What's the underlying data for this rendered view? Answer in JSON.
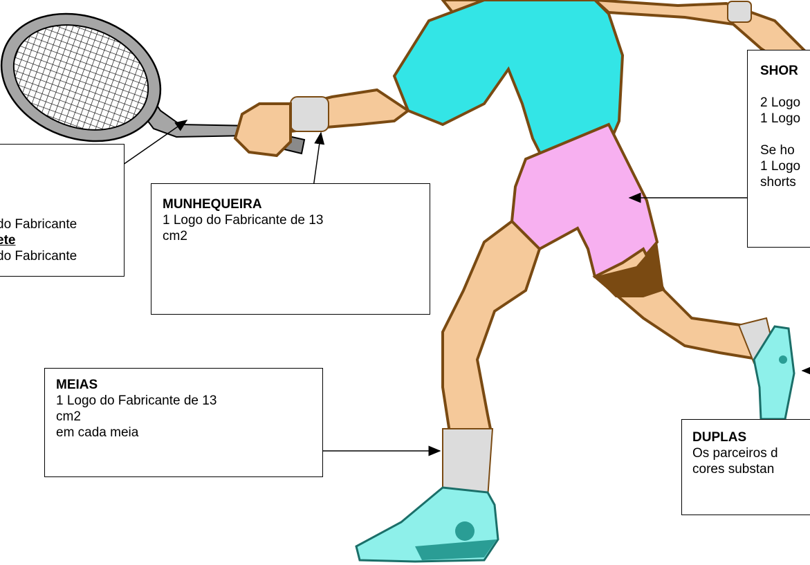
{
  "colors": {
    "shirt": "#33e5e6",
    "shorts": "#f7b0f0",
    "skin": "#f5c99a",
    "outline": "#7a4a12",
    "racket": "#a6a6a6",
    "sock": "#dcdcdc",
    "shoe": "#2a9d95",
    "shoe_light": "#8ef0ea"
  },
  "callouts": {
    "racket": {
      "line1": "do Fabricante",
      "line2": "ete",
      "line3": "do Fabricante"
    },
    "wristband": {
      "title": "MUNHEQUEIRA",
      "line1": "1 Logo do Fabricante de 13",
      "line2": "cm2"
    },
    "socks": {
      "title": "MEIAS",
      "line1": "1 Logo do Fabricante de 13",
      "line2": "cm2",
      "line3": "em cada meia"
    },
    "shorts": {
      "title": "SHOR",
      "line1": "2 Logo",
      "line2": "1 Logo",
      "line3": "Se ho",
      "line4": "1 Logo",
      "line5": "shorts"
    },
    "doubles": {
      "title": "DUPLAS",
      "line1": "Os parceiros d",
      "line2": "cores substan"
    }
  }
}
